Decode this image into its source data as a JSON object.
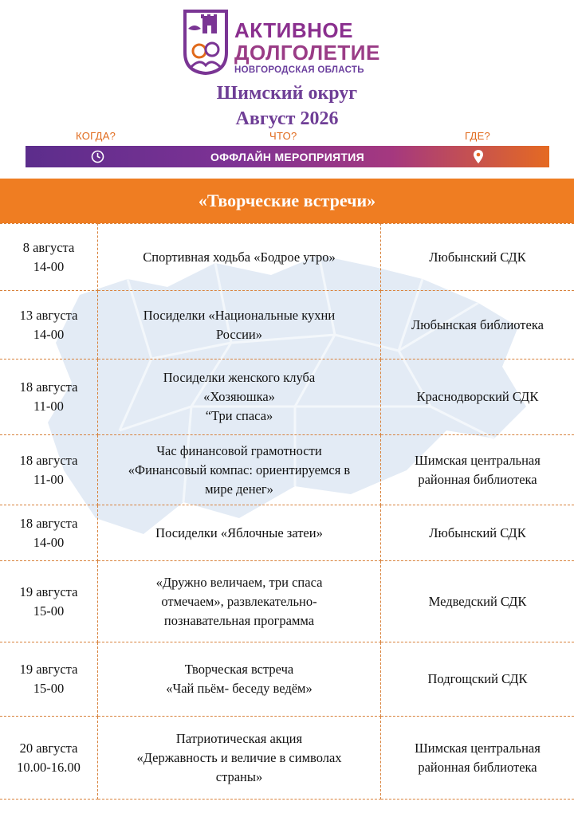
{
  "header": {
    "logo_line1": "АКТИВНОЕ",
    "logo_line2": "ДОЛГОЛЕТИЕ",
    "logo_sub": "НОВГОРОДСКАЯ ОБЛАСТЬ",
    "district": "Шимский округ",
    "month": "Август 2026",
    "label_when": "КОГДА?",
    "label_what": "ЧТО?",
    "label_where": "ГДЕ?",
    "banner": "ОФФЛАЙН МЕРОПРИЯТИЯ",
    "icons": [
      "clock-icon",
      "location-pin-icon"
    ]
  },
  "colors": {
    "brand_purple": "#6f3e96",
    "accent_orange": "#ef7d22",
    "label_orange": "#e06a1c",
    "grid_dashed": "#d8823c",
    "map_background": "#e3ebf5"
  },
  "section": {
    "title": "«Творческие встречи»"
  },
  "events": [
    {
      "date": "8 августа",
      "time": "14-00",
      "title": [
        "Спортивная ходьба «Бодрое утро»"
      ],
      "place": [
        "Любынский СДК"
      ]
    },
    {
      "date": "13 августа",
      "time": "14-00",
      "title": [
        "Посиделки «Национальные кухни",
        "России»"
      ],
      "place": [
        "Любынская библиотека"
      ]
    },
    {
      "date": "18 августа",
      "time": "11-00",
      "title": [
        "Посиделки женского клуба",
        "«Хозяюшка»",
        "“Три спаса»"
      ],
      "place": [
        "Краснодворский СДК"
      ]
    },
    {
      "date": "18 августа",
      "time": "11-00",
      "title": [
        "Час финансовой грамотности",
        "«Финансовый компас: ориентируемся в",
        "мире денег»"
      ],
      "place": [
        "Шимская центральная",
        "районная библиотека"
      ]
    },
    {
      "date": "18 августа",
      "time": "14-00",
      "title": [
        "Посиделки «Яблочные затеи»"
      ],
      "place": [
        "Любынский СДК"
      ]
    },
    {
      "date": "19 августа",
      "time": "15-00",
      "title": [
        "«Дружно величаем, три спаса",
        "отмечаем», развлекательно-",
        "познавательная программа"
      ],
      "place": [
        "Медведский СДК"
      ]
    },
    {
      "date": "19 августа",
      "time": "15-00",
      "title": [
        "Творческая встреча",
        "«Чай пьём- беседу ведём»"
      ],
      "place": [
        "Подгощский СДК"
      ]
    },
    {
      "date": "20 августа",
      "time": "10.00-16.00",
      "title": [
        "Патриотическая акция",
        "«Державность и величие в символах",
        "страны»"
      ],
      "place": [
        "Шимская центральная",
        "районная библиотека"
      ]
    }
  ]
}
